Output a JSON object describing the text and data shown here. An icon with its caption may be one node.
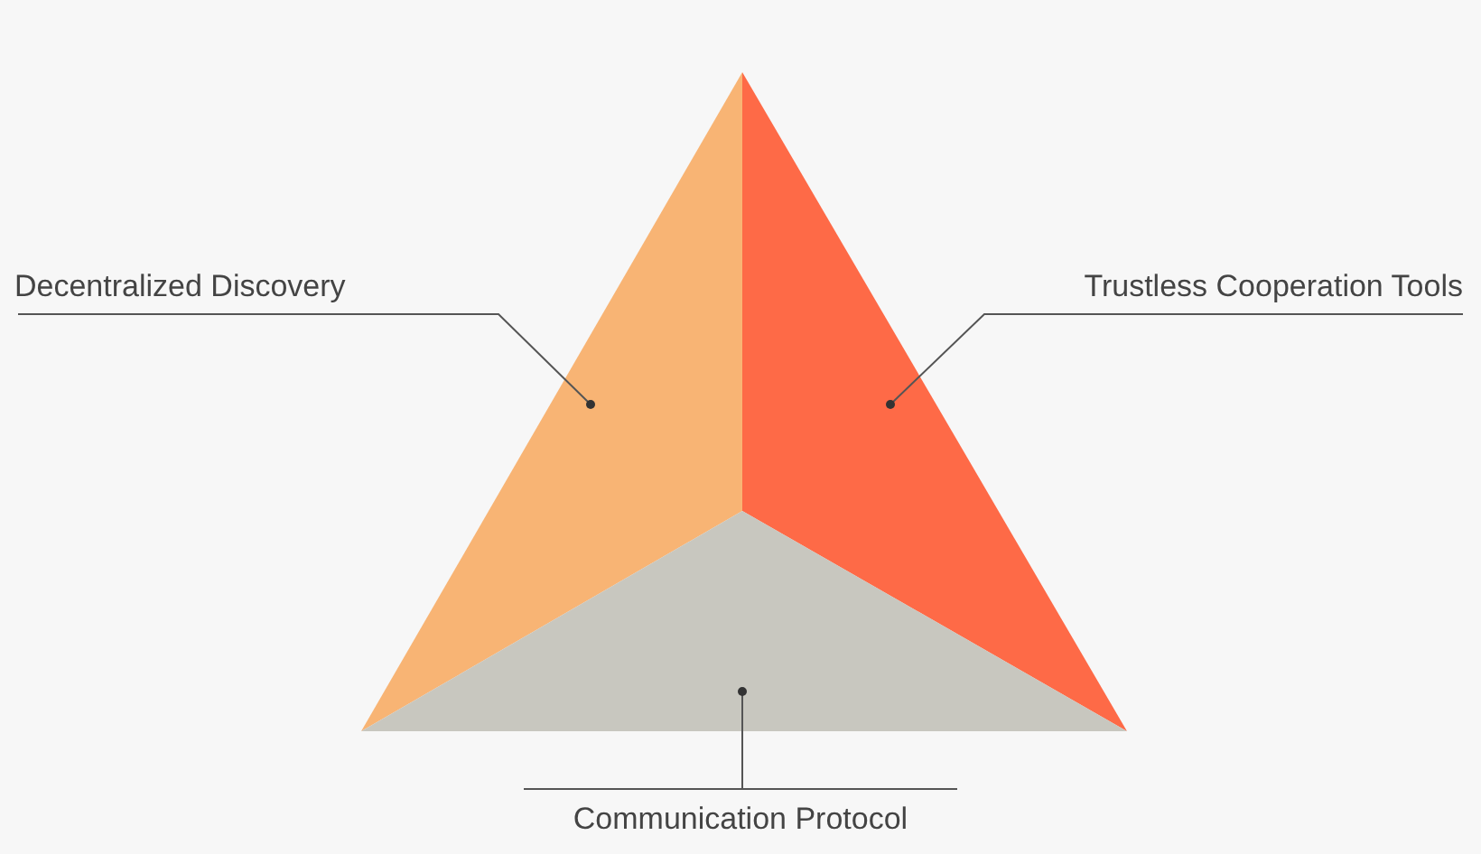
{
  "diagram": {
    "nodes": [
      {
        "text": [
          "Decentralized Discovery"
        ]
      },
      {
        "text": [
          "Trustless Cooperation Tools"
        ]
      },
      {
        "text": [],
        "shape": "triangle"
      },
      {
        "text": [],
        "shape": "triangle"
      },
      {
        "text": [],
        "shape": "triangle"
      },
      {
        "text": [
          "Communication Protocol"
        ]
      }
    ],
    "edges": [
      {
        "from": 0,
        "to": 2,
        "arrow": "other"
      },
      {
        "from": 1,
        "to": 3,
        "arrow": "other"
      },
      {
        "from": 5,
        "to": 4,
        "arrow": "other"
      }
    ]
  }
}
